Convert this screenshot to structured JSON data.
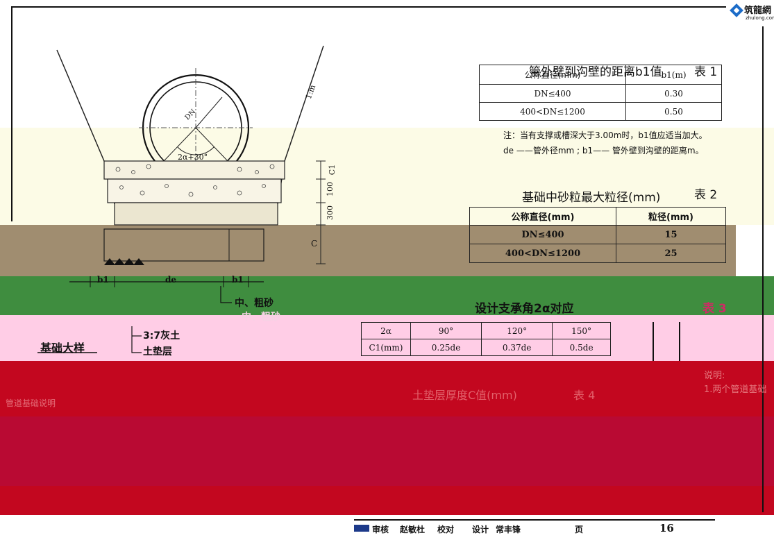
{
  "watermark": {
    "brand": "筑龍網",
    "domain": "zhulong.com"
  },
  "detail_label": "基础大样",
  "drawing": {
    "slope": "1:m",
    "dn": "DN",
    "angle": "2α+30°",
    "dim_c1": "C1",
    "dim_100": "100",
    "dim_300": "300",
    "dim_c": "C",
    "dim_b1_left": "b1",
    "dim_de": "de",
    "dim_b1_right": "b1",
    "layer_1": "中、粗砂",
    "layer_2": "中、粗砂",
    "layer_3": "3:7灰土",
    "layer_4": "土垫层"
  },
  "table1": {
    "title": "管外壁到沟壁的距离b1值",
    "label": "表 1",
    "headers": [
      "公称直径(mm)",
      "b1(m)"
    ],
    "rows": [
      [
        "DN≤400",
        "0.30"
      ],
      [
        "400<DN≤1200",
        "0.50"
      ]
    ],
    "note1": "注：当有支撑或槽深大于3.00m时，b1值应适当加大。",
    "note2": "de ——管外径mm ; b1—— 管外壁到沟壁的距离m。"
  },
  "table2": {
    "title": "基础中砂粒最大粒径(mm)",
    "label": "表 2",
    "headers": [
      "公称直径(mm)",
      "粒径(mm)"
    ],
    "rows": [
      [
        "DN≤400",
        "15"
      ],
      [
        "400<DN≤1200",
        "25"
      ]
    ]
  },
  "table3": {
    "title": "设计支承角2α对应",
    "label": "表 3",
    "rows": [
      [
        "2α",
        "90°",
        "120°",
        "150°"
      ],
      [
        "C1(mm)",
        "0.25de",
        "0.37de",
        "0.5de"
      ]
    ]
  },
  "table4": {
    "title": "土垫层厚度C值(mm)",
    "label": "表 4"
  },
  "notes_side": {
    "title": "说明:",
    "line1": "1.两个管道基础"
  },
  "bottom_left_text": "管道基础说明",
  "title_block": {
    "check": "审核",
    "checker": "赵敏杜",
    "proof": "校对",
    "design": "设计",
    "designer": "常丰锋",
    "page_label": "页",
    "page": "16"
  }
}
